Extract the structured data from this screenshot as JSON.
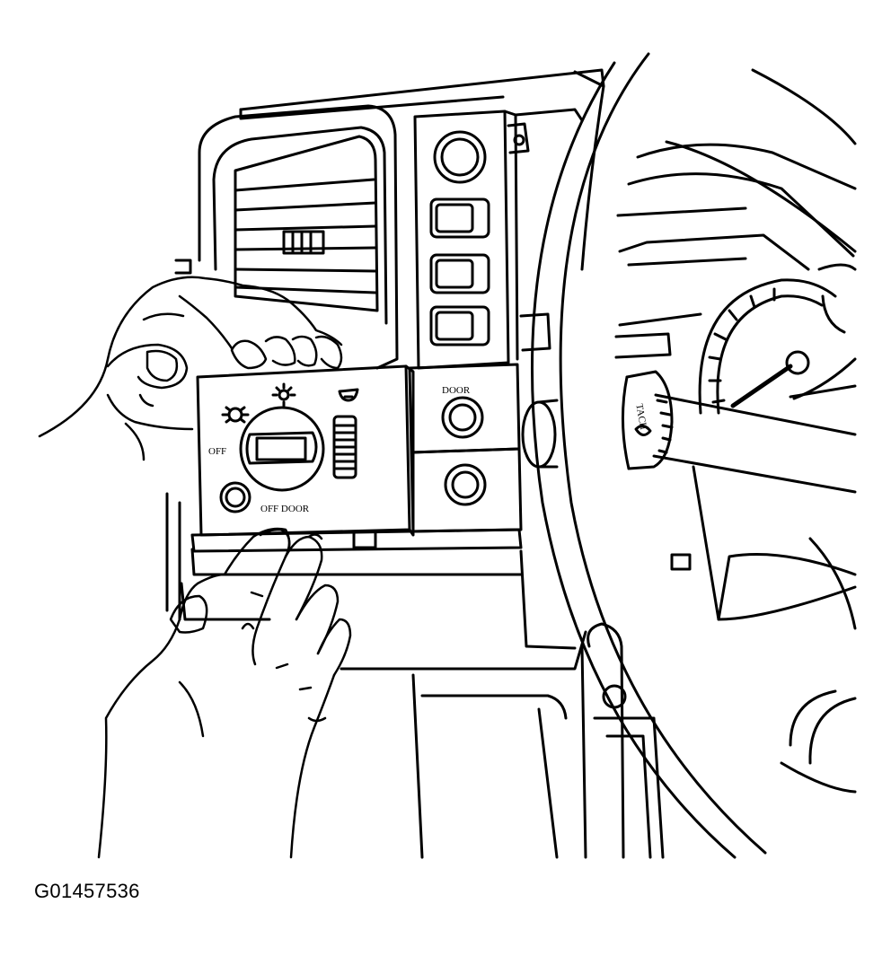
{
  "figure": {
    "id": "G01457536",
    "labels": {
      "headlamp_off": "OFF",
      "dimmer_label_top": "DOOR",
      "dimmer_label_bottom": "OFF DOOR",
      "gauge_label": "TACH"
    }
  }
}
